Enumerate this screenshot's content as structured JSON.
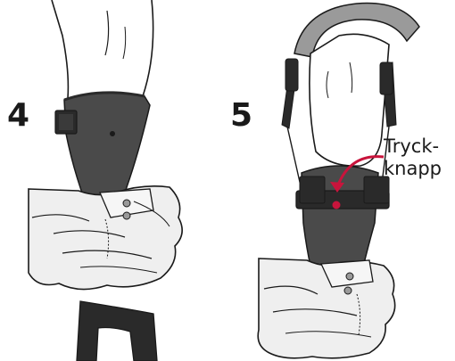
{
  "steps": [
    {
      "number": "4"
    },
    {
      "number": "5"
    }
  ],
  "callout": {
    "line1": "Tryck-",
    "line2": "knapp"
  },
  "colors": {
    "brace": "#4a4a4a",
    "brace_dark": "#2a2a2a",
    "strap_light": "#9a9a9a",
    "fabric": "#efefef",
    "outline": "#1a1a1a",
    "accent": "#c8143c"
  }
}
